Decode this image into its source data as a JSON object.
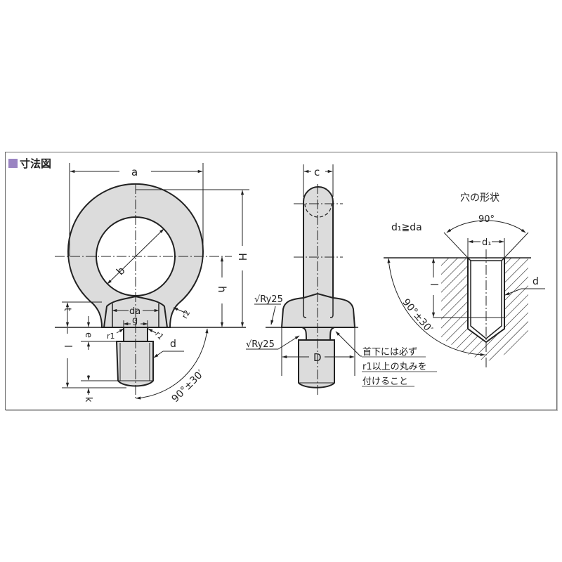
{
  "header": {
    "title": "寸法図",
    "title_marker_color": "#9a84c2"
  },
  "colors": {
    "part_fill": "#dcdcdc",
    "line": "#222222",
    "frame": "#6a6a6a"
  },
  "front_view": {
    "labels": {
      "a": "a",
      "b": "b",
      "H": "H",
      "h": "h",
      "t": "t",
      "e": "e",
      "l": "l",
      "k": "k",
      "da": "da",
      "g": "g",
      "r1_left": "r1",
      "r1_right": "r1",
      "r2": "r2",
      "d": "d",
      "angle": "90°±30′"
    }
  },
  "side_view": {
    "labels": {
      "c": "c",
      "D": "D",
      "surface_top": "√Ry25",
      "surface_bottom": "√Ry25"
    },
    "note_lines": [
      "首下には必ず",
      "r1以上の丸みを",
      "付けること"
    ]
  },
  "hole_view": {
    "title": "穴の形状",
    "condition": "d₁≧da",
    "labels": {
      "angle_top": "90°",
      "d1": "d₁",
      "d": "d",
      "l": "l",
      "angle_side": "90°±30′"
    }
  }
}
